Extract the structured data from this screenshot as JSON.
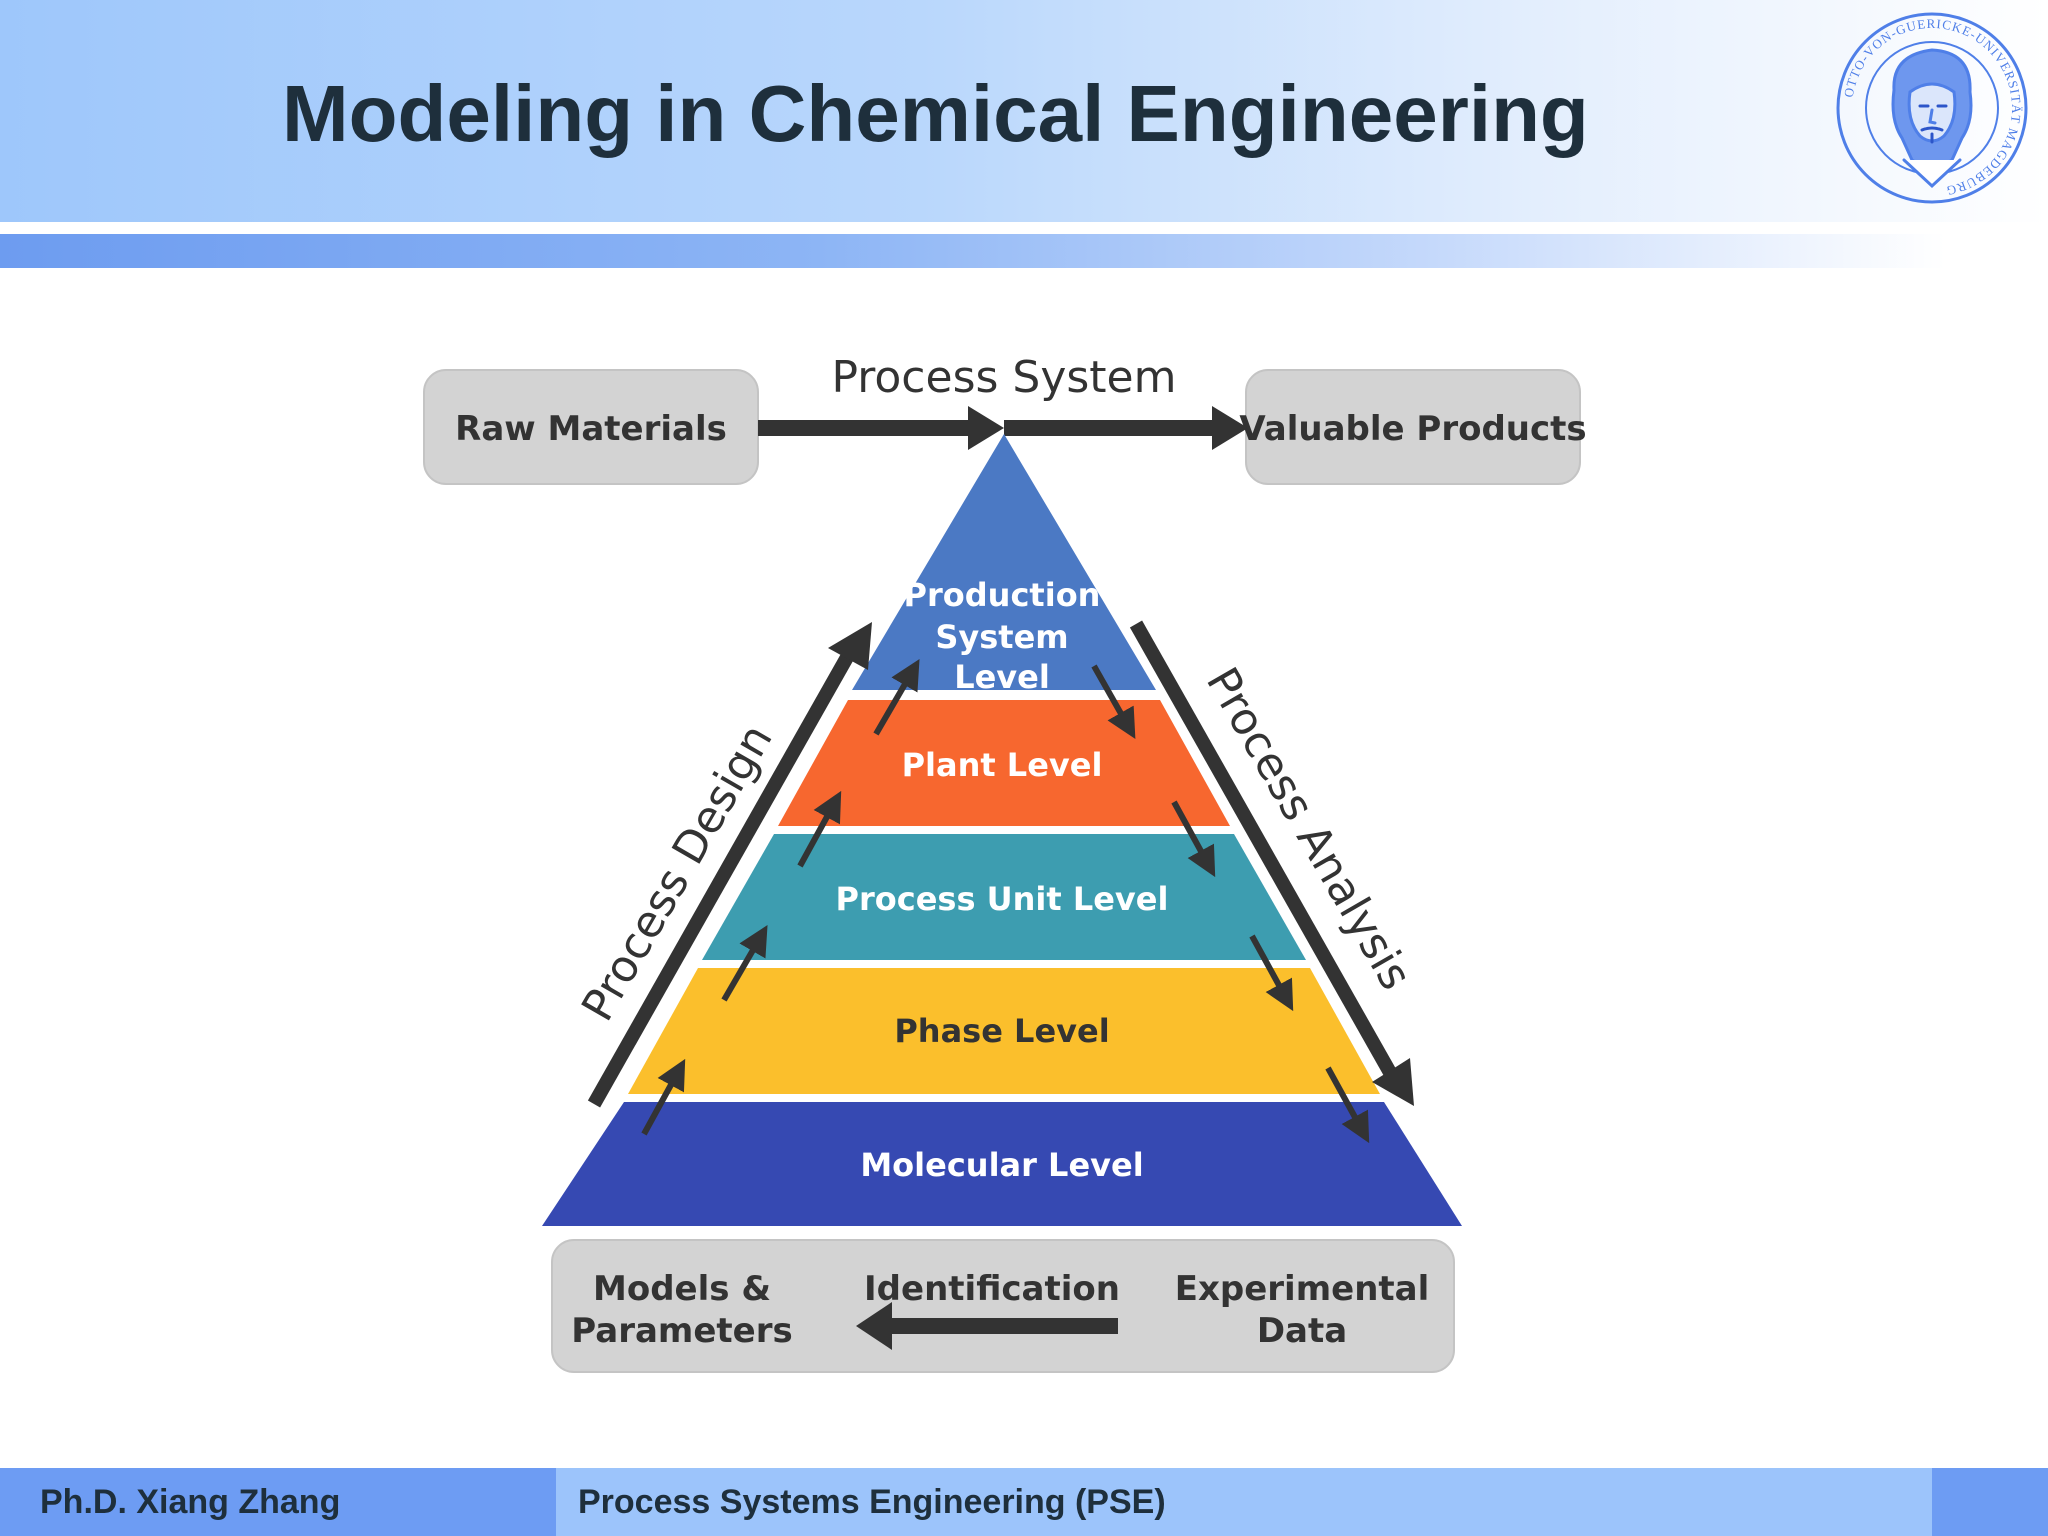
{
  "slide": {
    "title": "Modeling in Chemical Engineering"
  },
  "logo": {
    "name": "university-seal",
    "ring_text": "OTTO-VON-GUERICKE-UNIVERSITÄT MAGDEBURG"
  },
  "diagram": {
    "top_label": "Process System",
    "input_box": "Raw Materials",
    "output_box": "Valuable Products",
    "levels": [
      {
        "lines": [
          "Production",
          "System",
          "Level"
        ],
        "color": "#4b79c4",
        "text_color": "#ffffff"
      },
      {
        "lines": [
          "Plant Level"
        ],
        "color": "#f7672f",
        "text_color": "#ffffff"
      },
      {
        "lines": [
          "Process Unit Level"
        ],
        "color": "#3d9db0",
        "text_color": "#ffffff"
      },
      {
        "lines": [
          "Phase Level"
        ],
        "color": "#fbbf2c",
        "text_color": "#333333"
      },
      {
        "lines": [
          "Molecular Level"
        ],
        "color": "#3649b2",
        "text_color": "#ffffff"
      }
    ],
    "left_label": "Process Design",
    "right_label": "Process Analysis",
    "bottom": {
      "left_lines": [
        "Models &",
        "Parameters"
      ],
      "middle": "Identification",
      "right_lines": [
        "Experimental",
        "Data"
      ]
    },
    "colors": {
      "box_fill": "#d3d3d3",
      "arrow": "#333333",
      "label_text": "#333333"
    }
  },
  "footer": {
    "author": "Ph.D. Xiang Zhang",
    "course": "Process Systems Engineering (PSE)"
  }
}
